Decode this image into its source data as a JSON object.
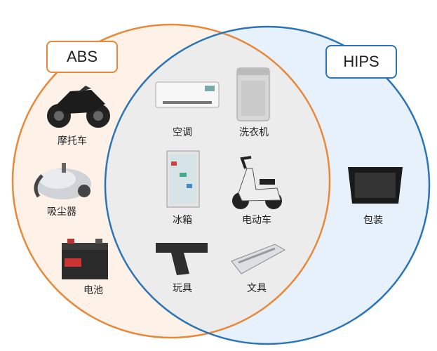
{
  "sets": [
    {
      "label": "ABS",
      "color": "#e8893a",
      "fill": "#fdf1e8"
    },
    {
      "label": "HIPS",
      "color": "#2b74b6",
      "fill": "#e7f1fb"
    }
  ],
  "intersection_fill": "#ececec",
  "abs_only": [
    {
      "label": "摩托车",
      "icon": "motorcycle-icon"
    },
    {
      "label": "吸尘器",
      "icon": "vacuum-cleaner-icon"
    },
    {
      "label": "电池",
      "icon": "battery-icon"
    }
  ],
  "both": [
    {
      "label": "空调",
      "icon": "air-conditioner-icon"
    },
    {
      "label": "洗衣机",
      "icon": "washing-machine-icon"
    },
    {
      "label": "冰箱",
      "icon": "refrigerator-icon"
    },
    {
      "label": "电动车",
      "icon": "electric-scooter-icon"
    },
    {
      "label": "玩具",
      "icon": "toy-gun-icon"
    },
    {
      "label": "文具",
      "icon": "pencil-box-icon"
    }
  ],
  "hips_only": [
    {
      "label": "包装",
      "icon": "packaging-tray-icon"
    }
  ]
}
